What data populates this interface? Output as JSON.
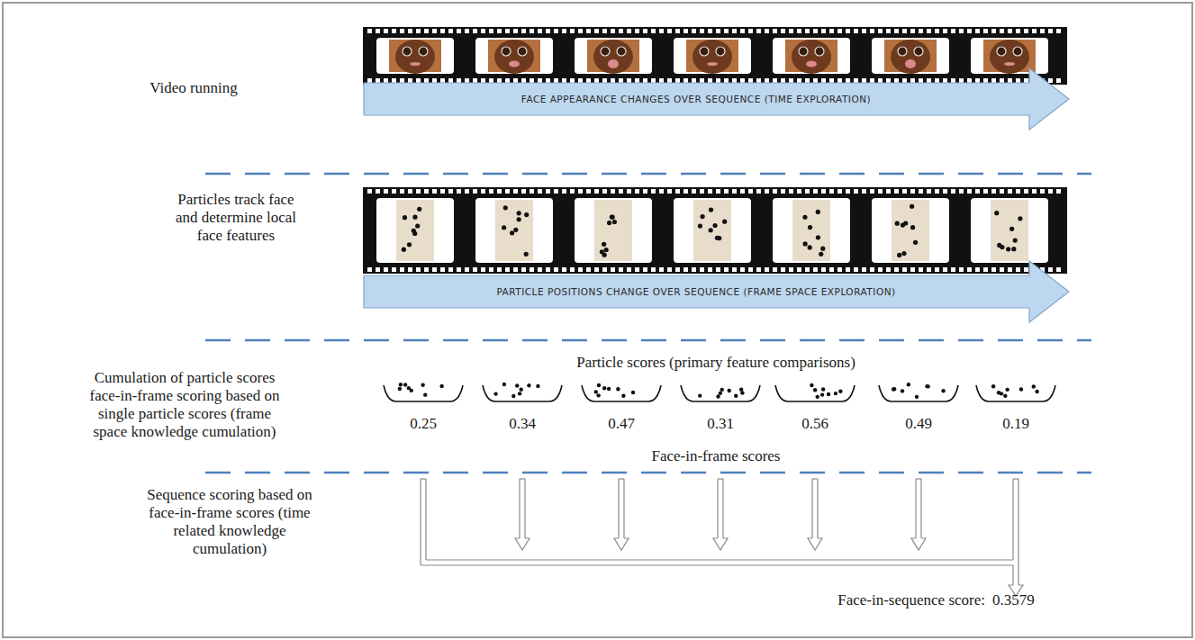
{
  "diagram": {
    "nodes": [
      {
        "text": [
          "FACE APPEARANCE CHANGES OVER SEQUENCE (TIME EXPLORATION)"
        ]
      },
      {
        "text": [
          "PARTICLE POSITIONS CHANGE OVER SEQUENCE (FRAME SPACE EXPLORATION)"
        ]
      }
    ],
    "labels": [
      "Video running",
      "Particles track face and determine local face features",
      "Cumulation of particle scores face-in-frame scoring based on single particle scores (frame space knowledge cumulation)",
      "Sequence scoring based on face-in-frame scores (time related knowledge cumulation)",
      "Particle scores (primary feature comparisons)",
      "0.25",
      "0.34",
      "0.47",
      "0.31",
      "0.56",
      "0.49",
      "0.19",
      "Face-in-frame scores",
      "Face-in-sequence score:",
      "0.3579"
    ]
  }
}
